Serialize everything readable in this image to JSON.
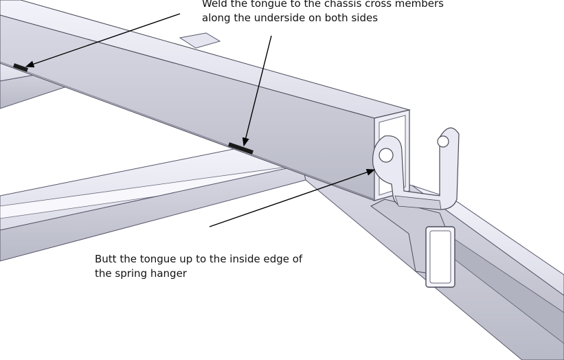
{
  "callouts": {
    "weld": {
      "line1": "Weld the tongue to the chassis cross members",
      "line2": "along the underside on both sides"
    },
    "butt": {
      "line1": "Butt the tongue up to the inside edge of",
      "line2": "the spring hanger"
    }
  },
  "colors": {
    "steel_top": "#ecedf6",
    "steel_side": "#c9cad6",
    "steel_shadow": "#a6a7b4",
    "edge": "#4a4a58",
    "weld_mark": "#1a1a1a",
    "leader": "#000000"
  }
}
